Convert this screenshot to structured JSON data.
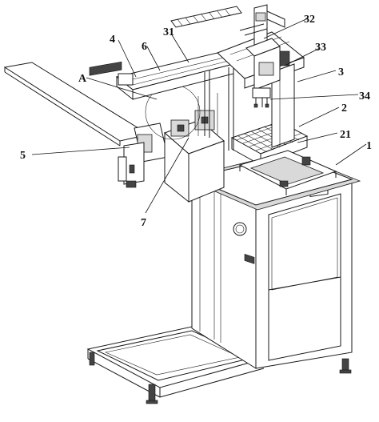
{
  "labels": {
    "l32": "32",
    "l31": "31",
    "l4": "4",
    "l6": "6",
    "l33": "33",
    "lA": "A",
    "l3": "3",
    "l34": "34",
    "l2": "2",
    "l21": "21",
    "l5": "5",
    "l1": "1",
    "l7": "7"
  }
}
